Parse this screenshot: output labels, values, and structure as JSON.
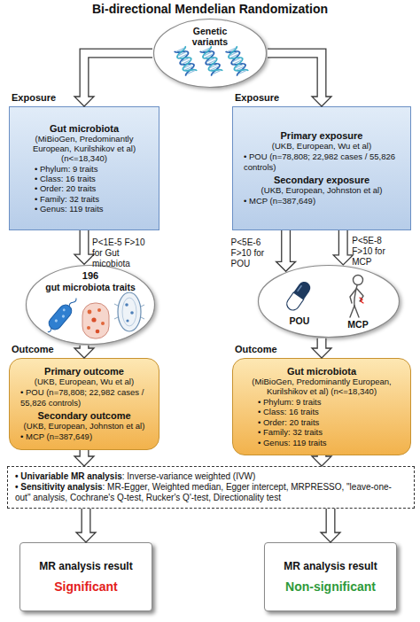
{
  "diagram": {
    "title": "Bi-directional Mendelian Randomization",
    "nodes": [
      {
        "text": [
          "Genetic variants"
        ]
      },
      {
        "text": [
          "Exposure",
          "Gut microbiota",
          "(MiBioGen, Predominantly European, Kurilshikov et al) (n<=18,340)",
          "• Phylum: 9 traits",
          "• Class: 16 traits",
          "• Order: 20 traits",
          "• Family: 32 traits",
          "• Genus: 119 traits"
        ]
      },
      {
        "text": [
          "Exposure",
          "Primary exposure",
          "(UKB, European, Wu et al)",
          "• POU (n=78,808; 22,982 cases / 55,826 controls)",
          "Secondary exposure",
          "(UKB, European, Johnston et al)",
          "• MCP (n=387,649)"
        ]
      },
      {
        "text": [
          "196",
          "gut microbiota traits"
        ]
      },
      {
        "text": [
          "POU",
          "MCP"
        ]
      },
      {
        "text": [
          "Outcome",
          "Primary outcome",
          "(UKB, European, Wu et al)",
          "• POU (n=78,808; 22,982 cases / 55,826 controls)",
          "Secondary outcome",
          "(UKB, European, Johnston et al)",
          "• MCP (n=387,649)"
        ]
      },
      {
        "text": [
          "Outcome",
          "Gut microbiota",
          "(MiBioGen, Predominantly European, Kurilshikov et al) (n<=18,340)",
          "• Phylum: 9 traits",
          "• Class: 16 traits",
          "• Order: 20 traits",
          "• Family: 32 traits",
          "• Genus: 119 traits"
        ]
      },
      {
        "text": [
          "• Univariable MR analysis",
          ": Inverse-variance weighted (IVW)",
          "• Sensitivity analysis",
          ": MR-Egger, Weighted median, Egger intercept, MRPRESSO, \"leave-one-out\" analysis, Cochrane's Q-test, Rucker's Q'-test, Directionality test"
        ]
      },
      {
        "text": [
          "MR analysis result",
          "Significant"
        ]
      },
      {
        "text": [
          "MR analysis result",
          "Non-significant"
        ]
      }
    ],
    "edges": [
      {
        "from": 0,
        "to": 1,
        "arrow": "to"
      },
      {
        "from": 0,
        "to": 2,
        "arrow": "to"
      },
      {
        "from": 1,
        "to": 3,
        "label": "P<1E-5 F>10 for Gut micobiota",
        "arrow": "to"
      },
      {
        "from": 2,
        "to": 4,
        "label": "P<5E-6 F>10 for POU",
        "arrow": "to"
      },
      {
        "from": 2,
        "to": 4,
        "label": "P<5E-8 F>10 for MCP",
        "arrow": "to"
      },
      {
        "from": 3,
        "to": 5,
        "arrow": "to"
      },
      {
        "from": 4,
        "to": 6,
        "arrow": "to"
      },
      {
        "from": 5,
        "to": 7,
        "arrow": "to"
      },
      {
        "from": 6,
        "to": 7,
        "arrow": "to"
      },
      {
        "from": 7,
        "to": 8,
        "arrow": "to"
      },
      {
        "from": 7,
        "to": 9,
        "arrow": "to"
      }
    ]
  }
}
